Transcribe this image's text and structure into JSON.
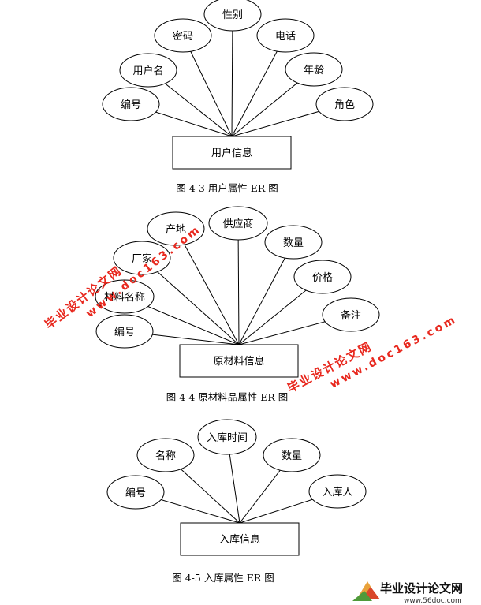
{
  "diagrams": [
    {
      "entity": "用户信息",
      "attributes": [
        "编号",
        "用户名",
        "密码",
        "性别",
        "电话",
        "年龄",
        "角色"
      ],
      "caption": "图 4-3 用户属性 ER 图"
    },
    {
      "entity": "原材料信息",
      "attributes": [
        "编号",
        "材料名称",
        "厂家",
        "产地",
        "供应商",
        "数量",
        "价格",
        "备注"
      ],
      "caption": "图 4-4 原材料品属性 ER 图"
    },
    {
      "entity": "入库信息",
      "attributes": [
        "编号",
        "名称",
        "入库时间",
        "数量",
        "入库人"
      ],
      "caption": "图 4-5 入库属性 ER 图"
    }
  ],
  "watermarks": {
    "cn": "毕业设计论文网",
    "url": "www.doc163.com"
  },
  "logo": {
    "name": "毕业设计论文网",
    "url": "www.56doc.com"
  },
  "colors": {
    "watermark": "#e8281e",
    "stroke": "#000000"
  }
}
